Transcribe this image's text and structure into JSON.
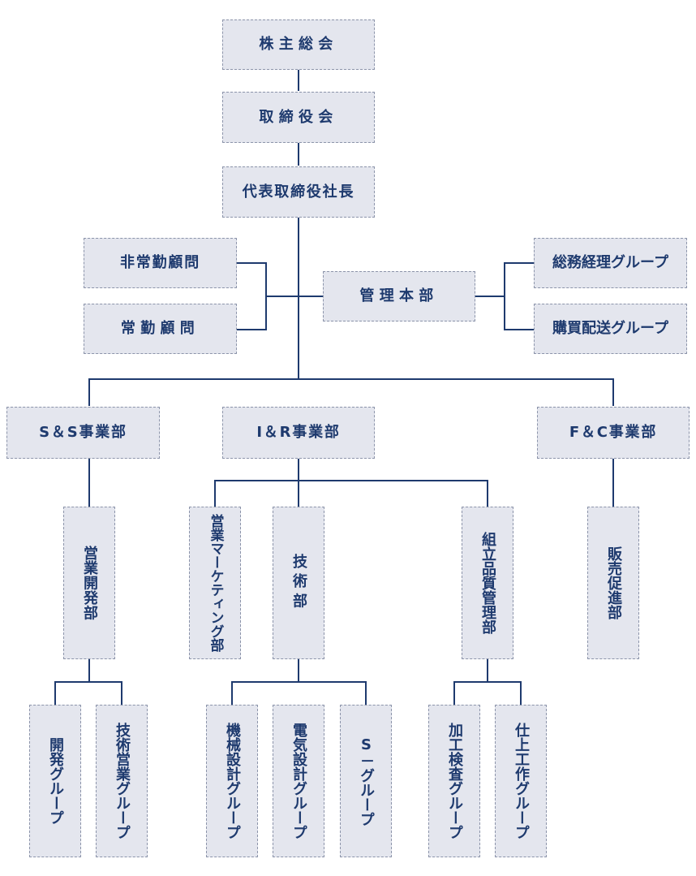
{
  "nodes": {
    "shareholders": "株主総会",
    "board": "取締役会",
    "president": "代表取締役社長",
    "part_time_advisor": "非常勤顧問",
    "full_time_advisor": "常勤顧問",
    "admin_hq": "管理本部",
    "general_affairs": "総務経理グループ",
    "purchasing": "購買配送グループ",
    "ss_division": "S＆S事業部",
    "ir_division": "I＆R事業部",
    "fc_division": "F＆C事業部",
    "sales_dev": "営業開発部",
    "sales_marketing": "営業マーケティング部",
    "engineering": "技術部",
    "assembly_qc": "組立品質管理部",
    "sales_promo": "販売促進部",
    "dev_group": "開発グループ",
    "tech_sales_group": "技術営業グループ",
    "mech_design_group": "機械設計グループ",
    "elec_design_group": "電気設計グループ",
    "s_group": "S－グループ",
    "processing_group": "加工検査グループ",
    "finishing_group": "仕上工作グループ"
  },
  "colors": {
    "box_fill": "#e4e6ee",
    "box_border": "#8c94aa",
    "text": "#1e3a6e",
    "line": "#1e3a6e"
  }
}
